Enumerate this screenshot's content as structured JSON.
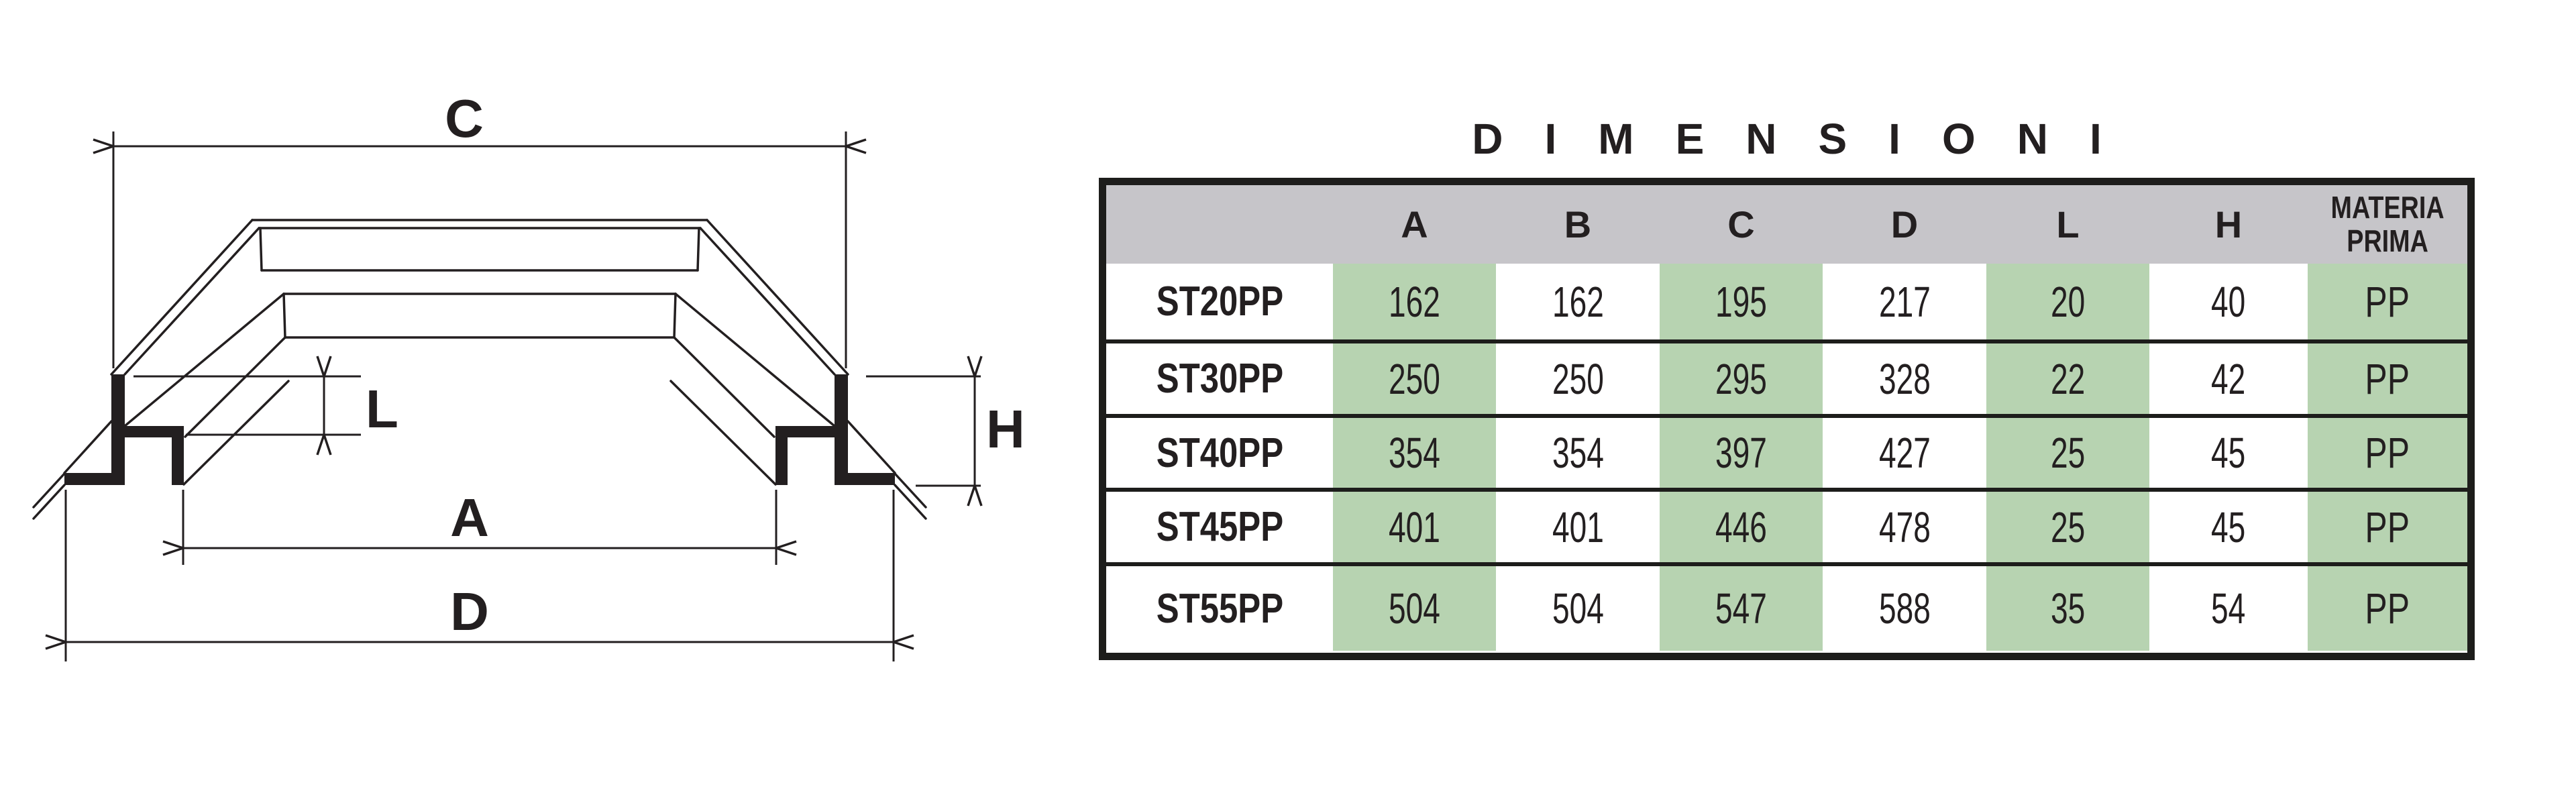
{
  "drawing": {
    "labels": {
      "C": "C",
      "L": "L",
      "A": "A",
      "D": "D",
      "H": "H"
    }
  },
  "table": {
    "title": "DIMENSIONI",
    "columns": [
      "A",
      "B",
      "C",
      "D",
      "L",
      "H"
    ],
    "materia_prima": {
      "line1": "MATERIA",
      "line2": "PRIMA"
    },
    "rows": [
      {
        "name": "ST20PP",
        "A": "162",
        "B": "162",
        "C": "195",
        "D": "217",
        "L": "20",
        "H": "40",
        "MP": "PP"
      },
      {
        "name": "ST30PP",
        "A": "250",
        "B": "250",
        "C": "295",
        "D": "328",
        "L": "22",
        "H": "42",
        "MP": "PP"
      },
      {
        "name": "ST40PP",
        "A": "354",
        "B": "354",
        "C": "397",
        "D": "427",
        "L": "25",
        "H": "45",
        "MP": "PP"
      },
      {
        "name": "ST45PP",
        "A": "401",
        "B": "401",
        "C": "446",
        "D": "478",
        "L": "25",
        "H": "45",
        "MP": "PP"
      },
      {
        "name": "ST55PP",
        "A": "504",
        "B": "504",
        "C": "547",
        "D": "588",
        "L": "35",
        "H": "54",
        "MP": "PP"
      }
    ],
    "colors": {
      "header_bg": "#c6c5c9",
      "highlight_bg": "#b7d3b1",
      "border": "#1d1d1b",
      "ink": "#231f20"
    }
  }
}
